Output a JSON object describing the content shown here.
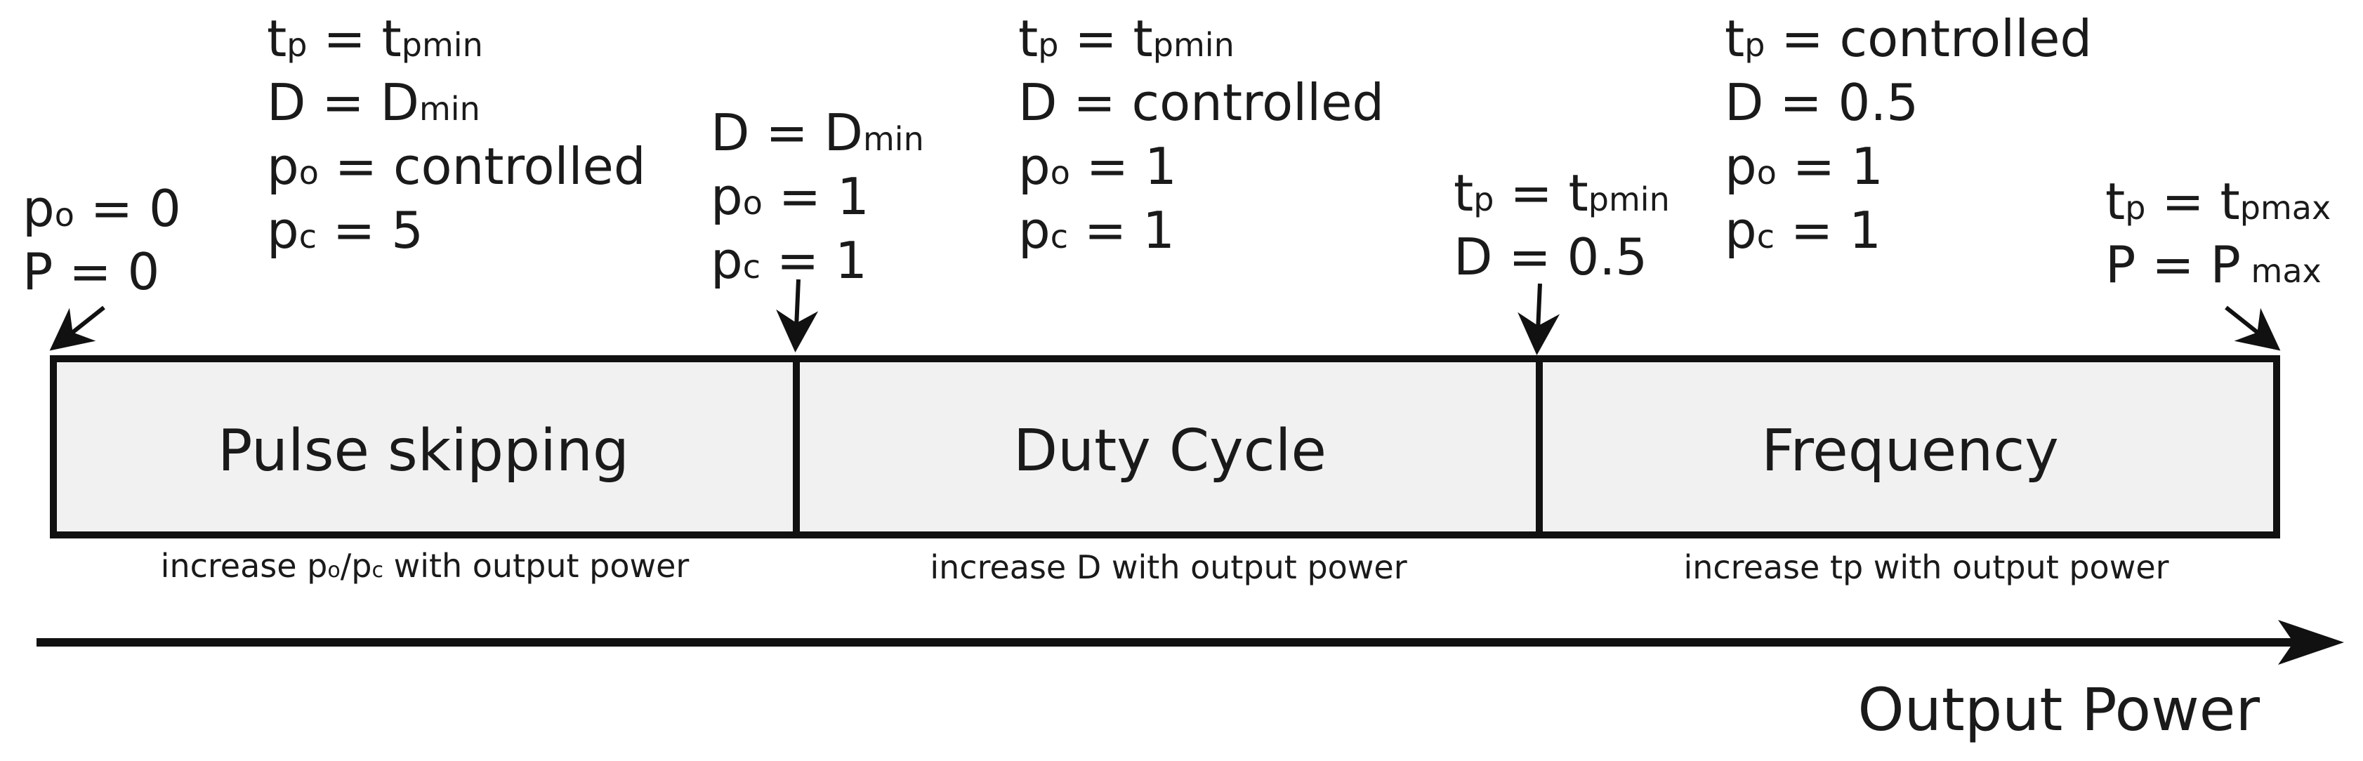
{
  "start_point": {
    "lines": [
      {
        "main": "p",
        "sub": "o",
        "rest": " = 0",
        "rsub": ""
      },
      {
        "main": "P = 0",
        "sub": "",
        "rest": "",
        "rsub": ""
      }
    ]
  },
  "pulse_skipping_params": {
    "lines": [
      {
        "main": "t",
        "sub": "p",
        "rest": " = t",
        "rsub": "pmin"
      },
      {
        "main": "D = D",
        "sub": "min",
        "rest": "",
        "rsub": ""
      },
      {
        "main": "p",
        "sub": "o",
        "rest": " = controlled",
        "rsub": ""
      },
      {
        "main": "p",
        "sub": "c",
        "rest": " = 5",
        "rsub": ""
      }
    ]
  },
  "boundary_1": {
    "lines": [
      {
        "main": "D = D",
        "sub": "min",
        "rest": "",
        "rsub": ""
      },
      {
        "main": "p",
        "sub": "o",
        "rest": " = 1",
        "rsub": ""
      },
      {
        "main": "p",
        "sub": "c",
        "rest": " = 1",
        "rsub": ""
      }
    ]
  },
  "duty_cycle_params": {
    "lines": [
      {
        "main": "t",
        "sub": "p",
        "rest": " = t",
        "rsub": "pmin"
      },
      {
        "main": "D = controlled",
        "sub": "",
        "rest": "",
        "rsub": ""
      },
      {
        "main": "p",
        "sub": "o",
        "rest": " = 1",
        "rsub": ""
      },
      {
        "main": "p",
        "sub": "c",
        "rest": " = 1",
        "rsub": ""
      }
    ]
  },
  "boundary_2": {
    "lines": [
      {
        "main": "t",
        "sub": "p",
        "rest": " = t",
        "rsub": "pmin"
      },
      {
        "main": "D = 0.5",
        "sub": "",
        "rest": "",
        "rsub": ""
      }
    ]
  },
  "frequency_params": {
    "lines": [
      {
        "main": "t",
        "sub": "p",
        "rest": " = controlled",
        "rsub": ""
      },
      {
        "main": "D = 0.5",
        "sub": "",
        "rest": "",
        "rsub": ""
      },
      {
        "main": "p",
        "sub": "o",
        "rest": " = 1",
        "rsub": ""
      },
      {
        "main": "p",
        "sub": "c",
        "rest": " = 1",
        "rsub": ""
      }
    ]
  },
  "end_point": {
    "lines": [
      {
        "main": "t",
        "sub": "p",
        "rest": " = t",
        "rsub": "pmax"
      },
      {
        "main": "P = P",
        "sub": " max",
        "rest": "",
        "rsub": ""
      }
    ]
  },
  "modes": {
    "pulse_skipping": "Pulse skipping",
    "duty_cycle": "Duty Cycle",
    "frequency": "Frequency"
  },
  "notes": {
    "pulse_skipping": {
      "pre": "increase p",
      "s1": "o",
      "mid": "/p",
      "s2": "c",
      "post": " with output power"
    },
    "duty_cycle": "increase D with output power",
    "frequency": "increase tp with output power"
  },
  "axis_label": "Output Power",
  "colors": {
    "box_fill": "#f1f1f1",
    "stroke": "#111111"
  }
}
